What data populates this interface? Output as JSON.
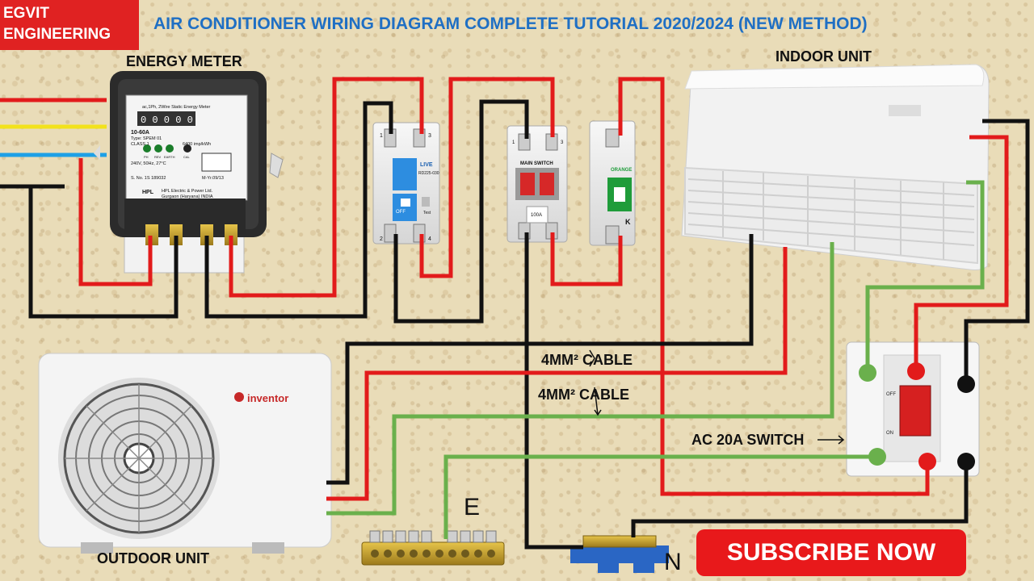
{
  "brand": {
    "line1": "EGVIT",
    "line2": "ENGINEERING"
  },
  "title": "AIR CONDITIONER WIRING DIAGRAM COMPLETE TUTORIAL 2020/2024 (NEW METHOD)",
  "labels": {
    "energy_meter": "ENERGY METER",
    "indoor_unit": "INDOOR UNIT",
    "outdoor_unit": "OUTDOOR UNIT",
    "cable1": "4MM² CABLE",
    "cable2": "4MM² CABLE",
    "switch": "AC 20A SWITCH",
    "earth": "E",
    "neutral": "N"
  },
  "meter": {
    "line1": "ac,1Ph, 2Wire Static Energy Meter",
    "rating": "10-60A",
    "type": "Type: SPEM 01",
    "class": "CLASS 1",
    "imp": "6400 imp/kWh",
    "volt": "240V, 50Hz, 27°C",
    "maker": "HPL Electric & Power Ltd.",
    "city": "Gurgaon (Haryana) INDIA",
    "serial": "S. No. 1S 189032",
    "date": "M-Yr.09/13",
    "led_labels": [
      "PH",
      "REV",
      "EARTH",
      "CAL"
    ],
    "logo": "HPL"
  },
  "devices": {
    "rccb_brand": "LIVE",
    "rccb_model": "RD225-030",
    "rccb_test": "Test",
    "rccb_off": "OFF",
    "main_switch": "MAIN SWITCH",
    "main_rating": "100A",
    "mcb_brand": "ORANGE",
    "mcb_k": "K",
    "terminals": [
      "1",
      "3",
      "2",
      "4"
    ]
  },
  "switch_panel": {
    "off": "OFF",
    "on": "ON"
  },
  "outdoor": {
    "brand": "inventor"
  },
  "subscribe": "SUBSCRIBE NOW",
  "colors": {
    "phase": "#e21b1b",
    "neutral": "#111111",
    "earth": "#6ab04c",
    "yellow": "#f2e21c",
    "blue": "#1ea0e6",
    "title": "#1f6fc4",
    "brand_bg": "#e02222"
  }
}
